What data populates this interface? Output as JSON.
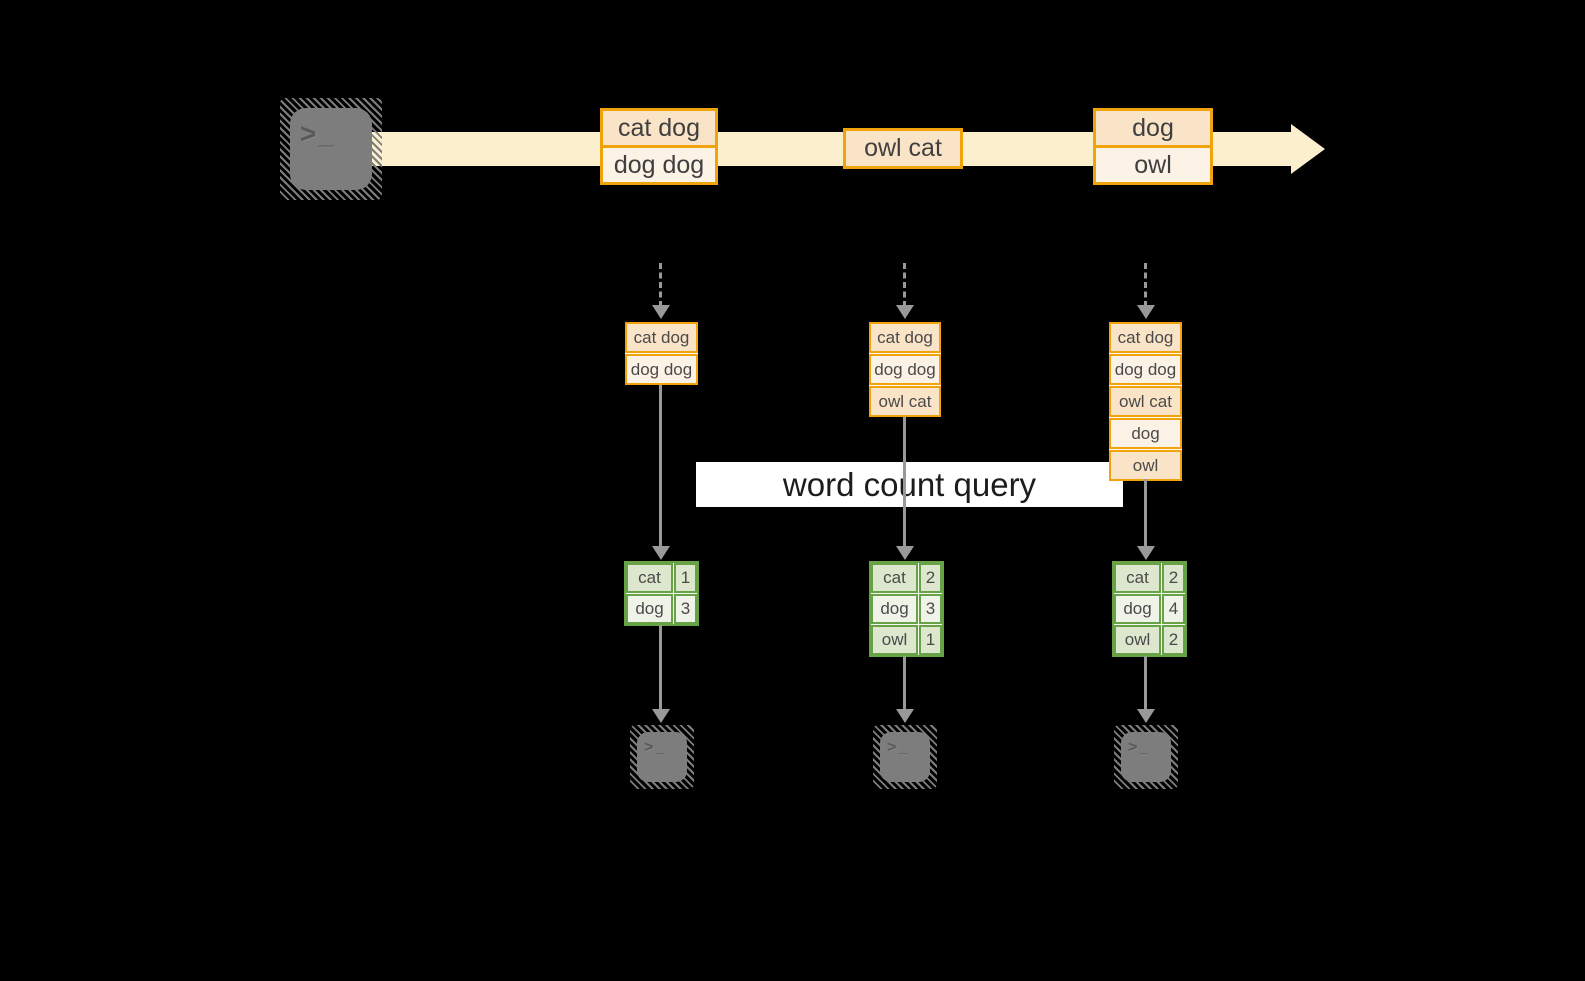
{
  "banner": {
    "label": "word count query"
  },
  "icons": {
    "terminal_prompt": ">_"
  },
  "colors": {
    "background": "#000000",
    "stream_band": "#FBEFCE",
    "event_border": "#F0A30A",
    "event_fill_dark": "#FAE4C8",
    "event_fill_light": "#FCF2E6",
    "table_border": "#67A346",
    "table_row_dark": "#DDE7CD",
    "table_row_light": "#EFF3E8",
    "arrow_gray": "#999999",
    "terminal_gray": "#7D7D7D"
  },
  "timeline": {
    "events": [
      {
        "cells": [
          "cat dog",
          "dog dog"
        ]
      },
      {
        "cells": [
          "owl cat"
        ]
      },
      {
        "cells": [
          "dog",
          "owl"
        ]
      }
    ]
  },
  "columns": [
    {
      "buffer": [
        "cat dog",
        "dog dog"
      ],
      "counts": [
        {
          "word": "cat",
          "value": "1"
        },
        {
          "word": "dog",
          "value": "3"
        }
      ]
    },
    {
      "buffer": [
        "cat dog",
        "dog dog",
        "owl cat"
      ],
      "counts": [
        {
          "word": "cat",
          "value": "2"
        },
        {
          "word": "dog",
          "value": "3"
        },
        {
          "word": "owl",
          "value": "1"
        }
      ]
    },
    {
      "buffer": [
        "cat dog",
        "dog dog",
        "owl cat",
        "dog",
        "owl"
      ],
      "counts": [
        {
          "word": "cat",
          "value": "2"
        },
        {
          "word": "dog",
          "value": "4"
        },
        {
          "word": "owl",
          "value": "2"
        }
      ]
    }
  ]
}
